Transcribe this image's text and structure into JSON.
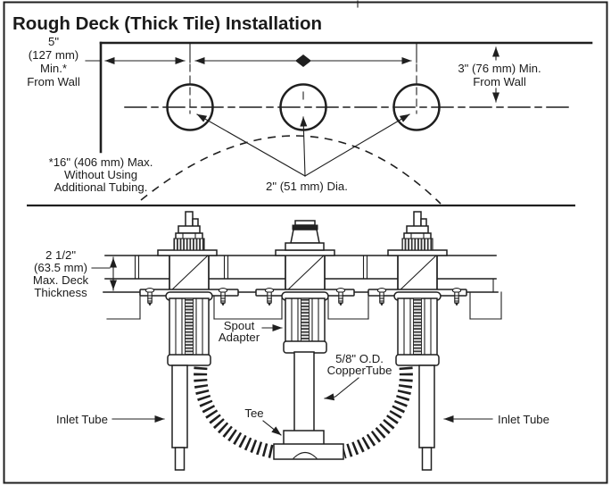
{
  "title": "Rough Deck (Thick Tile) Installation",
  "colors": {
    "ink": "#1f1f1f",
    "background": "#ffffff",
    "thread_dark": "#333333"
  },
  "top_view": {
    "dim_from_wall_left": {
      "line1": "5\"",
      "line2": "(127 mm)",
      "line3": "Min.*",
      "line4": "From Wall"
    },
    "dim_from_wall_right": {
      "line1": "3\" (76 mm) Min.",
      "line2": "From Wall"
    },
    "note_max_distance": {
      "line1": "*16\" (406 mm) Max.",
      "line2": "Without Using",
      "line3": "Additional Tubing."
    },
    "hole_diameter": "2\" (51 mm) Dia."
  },
  "section_view": {
    "deck_thickness": {
      "line1": "2 1/2\"",
      "line2": "(63.5 mm)",
      "line3": "Max. Deck",
      "line4": "Thickness"
    },
    "spout_adapter": {
      "line1": "Spout",
      "line2": "Adapter"
    },
    "copper_tube": {
      "line1": "5/8\" O.D.",
      "line2": "CopperTube"
    },
    "tee": "Tee",
    "inlet_tube_left": "Inlet Tube",
    "inlet_tube_right": "Inlet Tube"
  }
}
